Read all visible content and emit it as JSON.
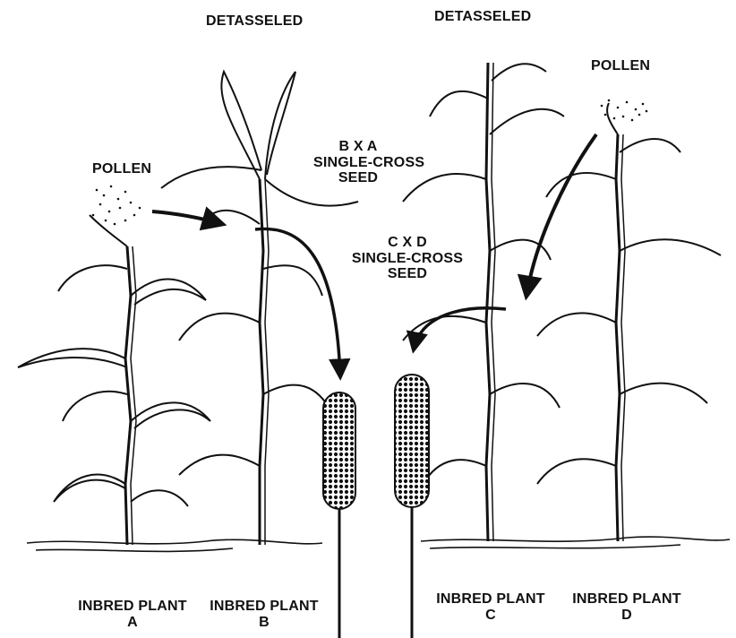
{
  "labels": {
    "detasseled_left": "DETASSELED",
    "detasseled_right": "DETASSELED",
    "pollen_left": "POLLEN",
    "pollen_right": "POLLEN",
    "bxa_line1": "B X A",
    "bxa_line2": "SINGLE-CROSS",
    "bxa_line3": "SEED",
    "cxd_line1": "C X D",
    "cxd_line2": "SINGLE-CROSS",
    "cxd_line3": "SEED"
  },
  "plants": [
    {
      "line1": "INBRED PLANT",
      "letter": "A"
    },
    {
      "line1": "INBRED PLANT",
      "letter": "B"
    },
    {
      "line1": "INBRED PLANT",
      "letter": "C"
    },
    {
      "line1": "INBRED PLANT",
      "letter": "D"
    }
  ],
  "colors": {
    "ink": "#111111",
    "background": "#ffffff"
  }
}
